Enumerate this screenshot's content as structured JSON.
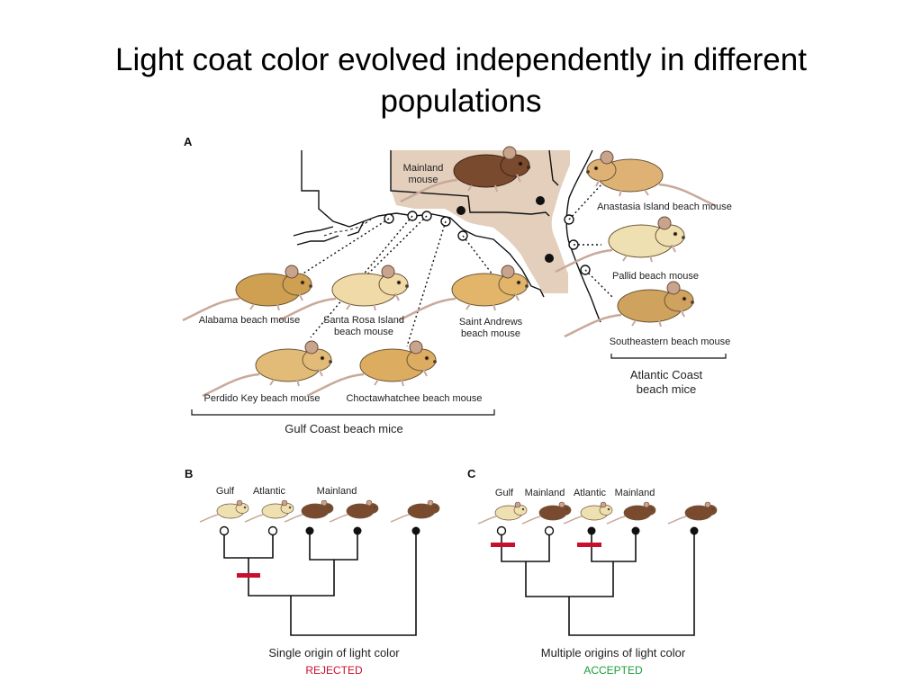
{
  "title": "Light coat color evolved independently in different populations",
  "panel_a": {
    "letter": "A",
    "mainland_label_line1": "Mainland",
    "mainland_label_line2": "mouse",
    "gulf_mice": [
      {
        "line1": "Alabama beach mouse",
        "line2": ""
      },
      {
        "line1": "Santa Rosa Island",
        "line2": "beach mouse"
      },
      {
        "line1": "Saint Andrews",
        "line2": "beach mouse"
      },
      {
        "line1": "Perdido Key beach mouse",
        "line2": ""
      },
      {
        "line1": "Choctawhatchee beach mouse",
        "line2": ""
      }
    ],
    "atlantic_mice": [
      {
        "line1": "Anastasia Island beach mouse"
      },
      {
        "line1": "Pallid beach mouse"
      },
      {
        "line1": "Southeastern beach mouse"
      }
    ],
    "gulf_group_label": "Gulf Coast beach mice",
    "atlantic_group_line1": "Atlantic Coast",
    "atlantic_group_line2": "beach mice"
  },
  "panel_b": {
    "letter": "B",
    "labels": [
      "Gulf",
      "Atlantic",
      "Mainland"
    ],
    "caption": "Single origin of light color",
    "verdict": "REJECTED",
    "verdict_color": "#c8102e"
  },
  "panel_c": {
    "letter": "C",
    "labels": [
      "Gulf",
      "Mainland",
      "Atlantic",
      "Mainland"
    ],
    "caption": "Multiple origins of light color",
    "verdict": "ACCEPTED",
    "verdict_color": "#1a9e3a"
  },
  "colors": {
    "land_shade": "#e3cfbc",
    "dark_mouse": "#7a4a2e",
    "light_mouse": "#e2bb78",
    "pale_mouse": "#efe0b2",
    "gain_mark": "#c8102e"
  }
}
